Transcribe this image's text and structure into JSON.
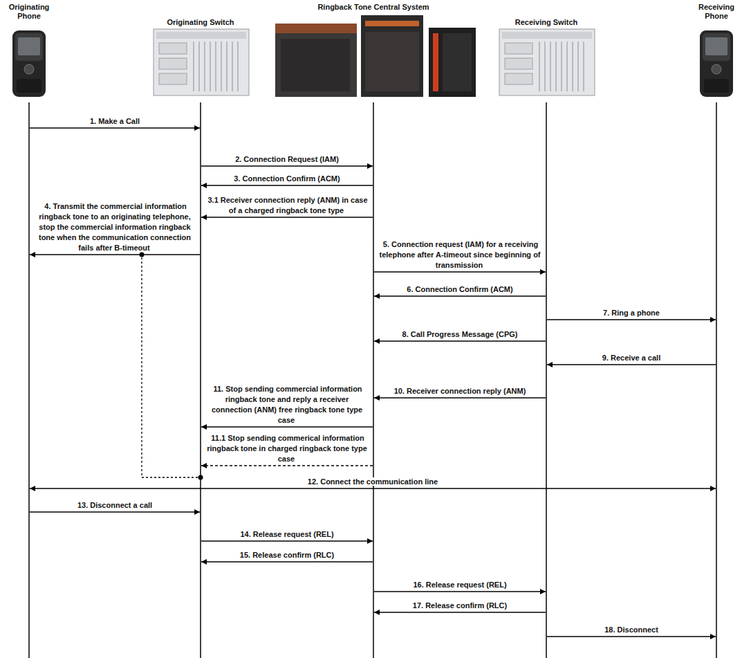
{
  "diagram": {
    "nodes": [
      {
        "text": [
          "Originating Phone"
        ]
      },
      {
        "text": [
          "Originating Switch"
        ]
      },
      {
        "text": [
          "Ringback Tone Central System"
        ]
      },
      {
        "text": [
          "Receiving Switch"
        ]
      },
      {
        "text": [
          "Receiving Phone"
        ]
      }
    ],
    "edges": [
      {
        "from": 0,
        "to": 1,
        "arrow": "to",
        "label": "1. Make a Call"
      },
      {
        "from": 1,
        "to": 2,
        "arrow": "to",
        "label": "2. Connection Request (IAM)"
      },
      {
        "from": 2,
        "to": 1,
        "arrow": "to",
        "label": "3. Connection Confirm (ACM)"
      },
      {
        "from": 2,
        "to": 1,
        "arrow": "to",
        "label": "3.1 Receiver connection reply (ANM) in case of a charged ringback tone type"
      },
      {
        "from": 1,
        "to": 0,
        "arrow": "to",
        "label": "4. Transmit the commercial information ringback tone to an originating telephone, stop the commercial information ringback tone when the communication connection fails after B-timeout"
      },
      {
        "from": 2,
        "to": 3,
        "arrow": "to",
        "label": "5. Connection request (IAM) for a receiving telephone after A-timeout since beginning of transmission"
      },
      {
        "from": 3,
        "to": 2,
        "arrow": "to",
        "label": "6. Connection Confirm (ACM)"
      },
      {
        "from": 3,
        "to": 4,
        "arrow": "to",
        "label": "7. Ring a phone"
      },
      {
        "from": 3,
        "to": 2,
        "arrow": "to",
        "label": "8. Call Progress Message (CPG)"
      },
      {
        "from": 4,
        "to": 3,
        "arrow": "to",
        "label": "9. Receive a call"
      },
      {
        "from": 3,
        "to": 2,
        "arrow": "to",
        "label": "10. Receiver connection reply (ANM)"
      },
      {
        "from": 2,
        "to": 1,
        "arrow": "to",
        "label": "11. Stop sending commercial information ringback tone and reply a receiver connection (ANM) free ringback tone type case"
      },
      {
        "from": 2,
        "to": 1,
        "arrow": "to",
        "label": "11.1 Stop sending commerical information ringback tone in charged ringback tone type case"
      },
      {
        "from": 0,
        "to": 4,
        "arrow": "both",
        "label": "12. Connect the communication line"
      },
      {
        "from": 0,
        "to": 1,
        "arrow": "to",
        "label": "13. Disconnect a call"
      },
      {
        "from": 1,
        "to": 2,
        "arrow": "to",
        "label": "14. Release request (REL)"
      },
      {
        "from": 2,
        "to": 1,
        "arrow": "to",
        "label": "15. Release confirm (RLC)"
      },
      {
        "from": 2,
        "to": 3,
        "arrow": "to",
        "label": "16. Release request (REL)"
      },
      {
        "from": 3,
        "to": 2,
        "arrow": "to",
        "label": "17. Release confirm (RLC)"
      },
      {
        "from": 3,
        "to": 4,
        "arrow": "to",
        "label": "18. Disconnect"
      }
    ]
  }
}
